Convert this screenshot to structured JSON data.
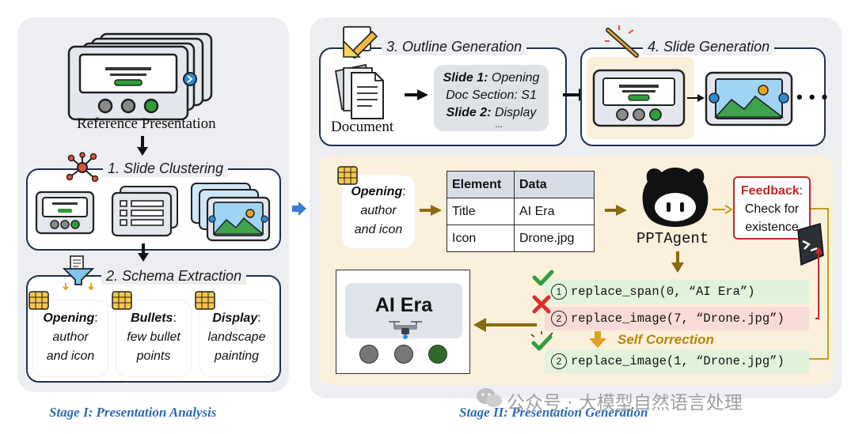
{
  "stage1": {
    "reference_label": "Reference Presentation",
    "clustering_title": "1. Slide Clustering",
    "schema_title": "2. Schema Extraction",
    "cards": [
      {
        "key": "Opening",
        "sep": ":",
        "line1": "author",
        "line2": "and icon"
      },
      {
        "key": "Bullets",
        "sep": ":",
        "line1": "few bullet",
        "line2": "points"
      },
      {
        "key": "Display",
        "sep": ":",
        "line1": "landscape",
        "line2": "painting"
      }
    ],
    "caption": "Stage I: Presentation Analysis"
  },
  "stage2": {
    "outline_title": "3. Outline Generation",
    "document_label": "Document",
    "outline": {
      "slide1_key": "Slide 1:",
      "slide1_val": "Opening",
      "doc_section": "Doc Section: S1",
      "slide2_key": "Slide 2:",
      "slide2_val": "Display",
      "ellipsis": "..."
    },
    "slidegen_title": "4. Slide Generation",
    "slides_ellipsis": "• • •",
    "input_card": {
      "key": "Opening",
      "sep": ":",
      "line1": "author",
      "line2": "and icon"
    },
    "table": {
      "headers": [
        "Element",
        "Data"
      ],
      "rows": [
        [
          "Title",
          "AI Era"
        ],
        [
          "Icon",
          "Drone.jpg"
        ]
      ]
    },
    "agent_label": "PPTAgent",
    "feedback": {
      "title": "Feedback",
      "sep": ":",
      "line1": "Check for",
      "line2": "existence"
    },
    "code": [
      {
        "num": "1",
        "text": "replace_span(0, “AI Era”)"
      },
      {
        "num": "2",
        "text": "replace_image(7, “Drone.jpg”)"
      },
      {
        "num": "2",
        "text": "replace_image(1, “Drone.jpg”)"
      }
    ],
    "self_correction": "Self Correction",
    "output_title": "AI Era",
    "caption": "Stage II:  Presentation Generation"
  },
  "watermark": "公众号 · 大模型自然语言处理",
  "colors": {
    "navy": "#1f3050",
    "panel": "#eceef1",
    "cream": "#fbf0dc",
    "green_row": "#e2f3dc",
    "red_row": "#f9dcd7",
    "arrow_brown": "#8a6a10",
    "feedback_red": "#c0282b",
    "accent_blue": "#2d6bb5"
  }
}
